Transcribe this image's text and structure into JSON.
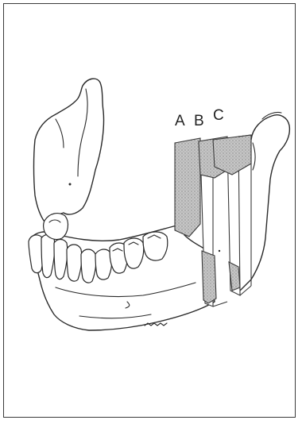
{
  "figure": {
    "labels": [
      {
        "id": "A",
        "text": "A"
      },
      {
        "id": "B",
        "text": "B"
      },
      {
        "id": "C",
        "text": "C"
      }
    ],
    "colors": {
      "line": "#2a2a2a",
      "plane_fill": "#bdbdbd",
      "background": "#ffffff"
    }
  }
}
